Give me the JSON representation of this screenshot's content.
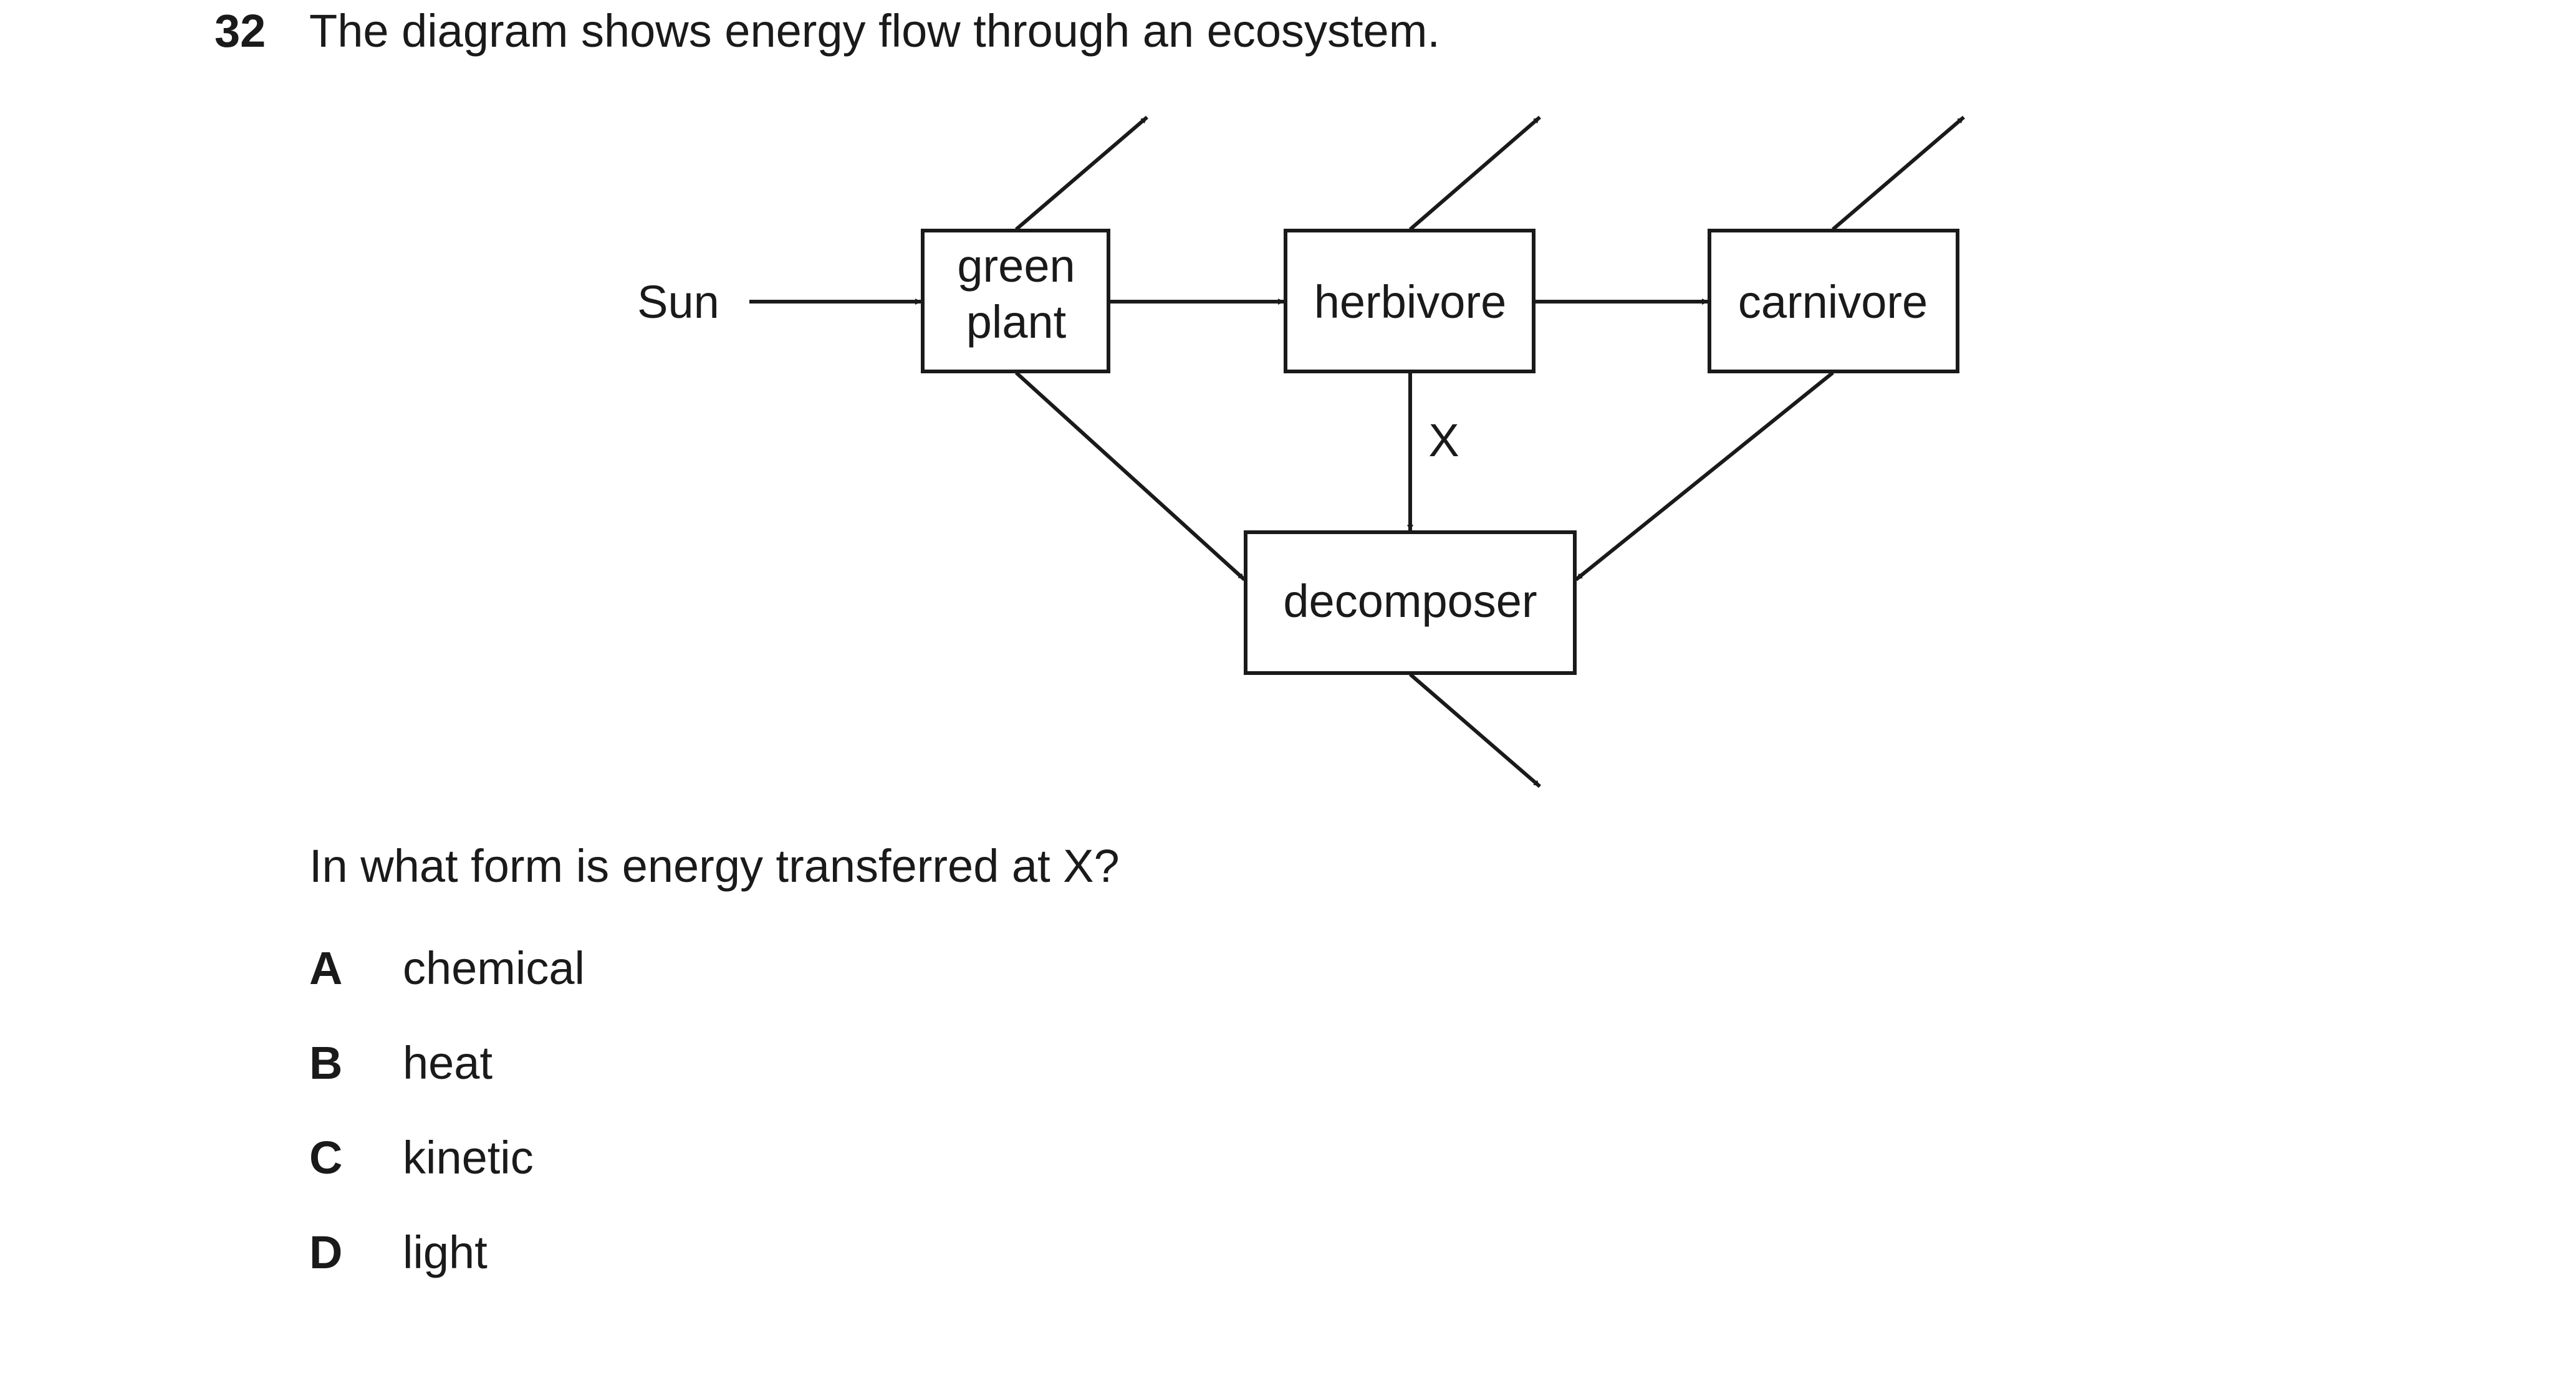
{
  "question": {
    "number": "32",
    "stem": "The diagram shows energy flow through an ecosystem.",
    "prompt": "In what form is energy transferred at X?"
  },
  "diagram": {
    "source_label": "Sun",
    "nodes": {
      "green_plant_line1": "green",
      "green_plant_line2": "plant",
      "herbivore": "herbivore",
      "carnivore": "carnivore",
      "decomposer": "decomposer"
    },
    "transfer_label": "X"
  },
  "options": [
    {
      "letter": "A",
      "text": "chemical"
    },
    {
      "letter": "B",
      "text": "heat"
    },
    {
      "letter": "C",
      "text": "kinetic"
    },
    {
      "letter": "D",
      "text": "light"
    }
  ]
}
